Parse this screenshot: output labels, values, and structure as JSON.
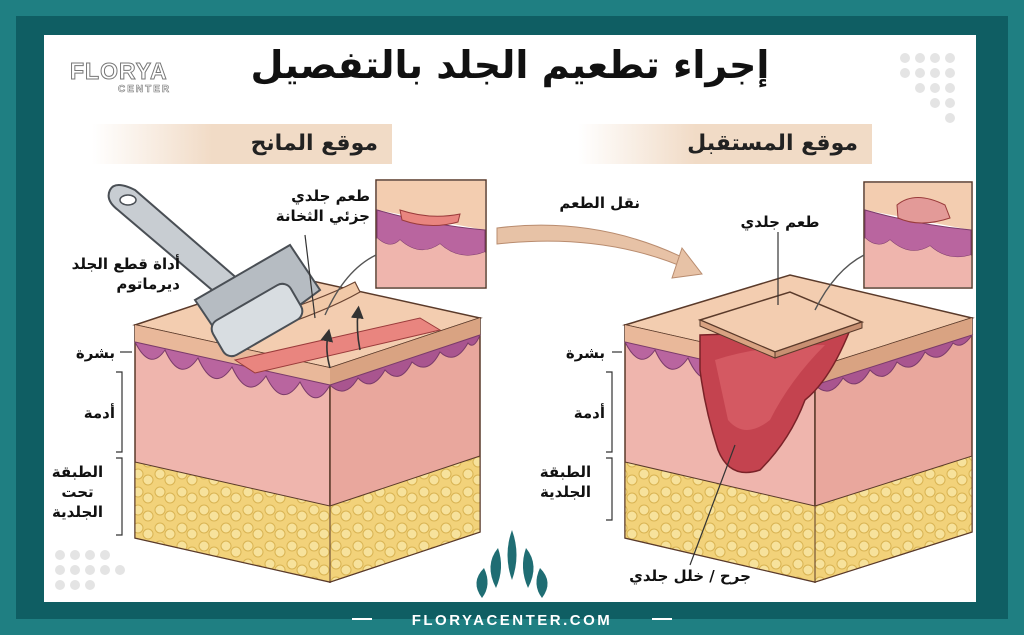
{
  "title": "إجراء تطعيم الجلد بالتفصيل",
  "brand": {
    "name": "FLORYA",
    "sub": "CENTER"
  },
  "footer": {
    "url": "FLORYACENTER.COM"
  },
  "donor_site": {
    "heading": "موقع المانح",
    "graft_label_line1": "طعم جلدي",
    "graft_label_line2": "جزئي الثخانة",
    "tool_label_line1": "أداة قطع الجلد",
    "tool_label_line2": "ديرماتوم",
    "layers": {
      "epidermis": "بشرة",
      "dermis": "أدمة",
      "hypodermis_line1": "الطبقة",
      "hypodermis_line2": "تحت",
      "hypodermis_line3": "الجلدية"
    }
  },
  "recipient_site": {
    "heading": "موقع المستقبل",
    "graft_label": "طعم جلدي",
    "wound_label": "جرح / خلل جلدي",
    "layers": {
      "epidermis": "بشرة",
      "dermis": "أدمة",
      "hypodermis_line1": "الطبقة",
      "hypodermis_line2": "الجلدية"
    }
  },
  "transfer_label": "نقل الطعم",
  "colors": {
    "teal_frame": "#1f7f82",
    "banner": "#f1dbc6",
    "epidermis": "#e9b89a",
    "dermis": "#efb5ad",
    "fat": "#f2d27a",
    "purple_layer": "#b9659f"
  }
}
